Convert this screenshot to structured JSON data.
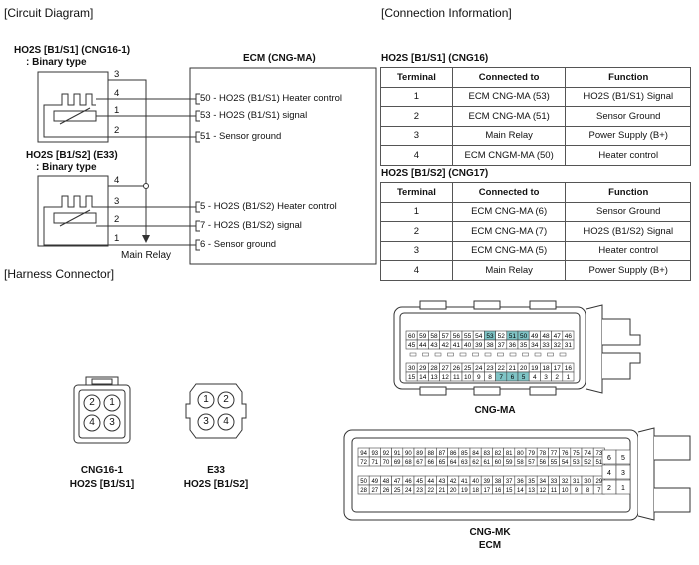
{
  "sections": {
    "circuit": "[Circuit Diagram]",
    "connection": "[Connection Information]",
    "harness": "[Harness Connector]"
  },
  "circuit": {
    "sensor1_name": "HO2S [B1/S1] (CNG16-1)",
    "sensor1_type": ": Binary type",
    "sensor2_name": "HO2S [B1/S2] (E33)",
    "sensor2_type": ": Binary type",
    "ecm_title": "ECM (CNG-MA)",
    "sensor1_pins": [
      "3",
      "4",
      "1",
      "2"
    ],
    "sensor2_pins": [
      "4",
      "3",
      "2",
      "1"
    ],
    "ecm_lines": [
      {
        "pin": "50",
        "text": " - HO2S (B1/S1) Heater control"
      },
      {
        "pin": "53",
        "text": " - HO2S (B1/S1) signal"
      },
      {
        "pin": "51",
        "text": " - Sensor ground"
      },
      {
        "pin": "5",
        "text": " - HO2S (B1/S2) Heater control"
      },
      {
        "pin": "7",
        "text": " - HO2S (B1/S2) signal"
      },
      {
        "pin": "6",
        "text": " - Sensor ground"
      }
    ],
    "main_relay": "Main Relay"
  },
  "tables": [
    {
      "title": "HO2S [B1/S1] (CNG16)",
      "headers": [
        "Terminal",
        "Connected to",
        "Function"
      ],
      "rows": [
        [
          "1",
          "ECM CNG-MA (53)",
          "HO2S (B1/S1) Signal"
        ],
        [
          "2",
          "ECM CNG-MA (51)",
          "Sensor Ground"
        ],
        [
          "3",
          "Main Relay",
          "Power Supply (B+)"
        ],
        [
          "4",
          "ECM CNGM-MA (50)",
          "Heater control"
        ]
      ]
    },
    {
      "title": "HO2S [B1/S2] (CNG17)",
      "headers": [
        "Terminal",
        "Connected to",
        "Function"
      ],
      "rows": [
        [
          "1",
          "ECM CNG-MA (6)",
          "Sensor Ground"
        ],
        [
          "2",
          "ECM CNG-MA (7)",
          "HO2S (B1/S2) Signal"
        ],
        [
          "3",
          "ECM CNG-MA (5)",
          "Heater control"
        ],
        [
          "4",
          "Main Relay",
          "Power Supply (B+)"
        ]
      ]
    }
  ],
  "harness": {
    "cng16": {
      "pins": [
        "2",
        "1",
        "4",
        "3"
      ],
      "label1": "CNG16-1",
      "label2": "HO2S [B1/S1]"
    },
    "e33": {
      "pins": [
        "1",
        "2",
        "3",
        "4"
      ],
      "label1": "E33",
      "label2": "HO2S [B1/S2]"
    },
    "cngma": {
      "label": "CNG-MA",
      "row1": [
        "60",
        "59",
        "58",
        "57",
        "56",
        "55",
        "54",
        "53",
        "52",
        "51",
        "50",
        "49",
        "48",
        "47",
        "46"
      ],
      "row2": [
        "45",
        "44",
        "43",
        "42",
        "41",
        "40",
        "39",
        "38",
        "37",
        "36",
        "35",
        "34",
        "33",
        "32",
        "31"
      ],
      "row3": [
        "30",
        "29",
        "28",
        "27",
        "26",
        "25",
        "24",
        "23",
        "22",
        "21",
        "20",
        "19",
        "18",
        "17",
        "16"
      ],
      "row4": [
        "15",
        "14",
        "13",
        "12",
        "11",
        "10",
        "9",
        "8",
        "7",
        "6",
        "5",
        "4",
        "3",
        "2",
        "1"
      ],
      "highlight": [
        "53",
        "51",
        "50",
        "7",
        "6",
        "5"
      ],
      "highlight_color": "#7fc4c6"
    },
    "cngmk": {
      "label1": "CNG-MK",
      "label2": "ECM",
      "row1": [
        "94",
        "93",
        "92",
        "91",
        "90",
        "89",
        "88",
        "87",
        "86",
        "85",
        "84",
        "83",
        "82",
        "81",
        "80",
        "79",
        "78",
        "77",
        "76",
        "75",
        "74",
        "73"
      ],
      "row2": [
        "72",
        "71",
        "70",
        "69",
        "68",
        "67",
        "66",
        "65",
        "64",
        "63",
        "62",
        "61",
        "60",
        "59",
        "58",
        "57",
        "56",
        "55",
        "54",
        "53",
        "52",
        "51"
      ],
      "row3": [
        "50",
        "49",
        "48",
        "47",
        "46",
        "45",
        "44",
        "43",
        "42",
        "41",
        "40",
        "39",
        "38",
        "37",
        "36",
        "35",
        "34",
        "33",
        "32",
        "31",
        "30",
        "29"
      ],
      "row4": [
        "28",
        "27",
        "26",
        "25",
        "24",
        "23",
        "22",
        "21",
        "20",
        "19",
        "18",
        "17",
        "16",
        "15",
        "14",
        "13",
        "12",
        "11",
        "10",
        "9",
        "8",
        "7"
      ],
      "side": [
        "6",
        "5",
        "4",
        "3",
        "2",
        "1"
      ]
    }
  }
}
